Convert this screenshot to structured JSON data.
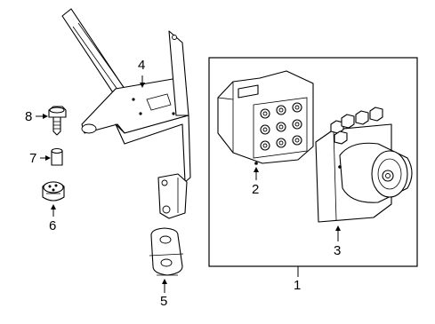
{
  "diagram": {
    "callouts": [
      {
        "id": "1",
        "label": "1"
      },
      {
        "id": "2",
        "label": "2"
      },
      {
        "id": "3",
        "label": "3"
      },
      {
        "id": "4",
        "label": "4"
      },
      {
        "id": "5",
        "label": "5"
      },
      {
        "id": "6",
        "label": "6"
      },
      {
        "id": "7",
        "label": "7"
      },
      {
        "id": "8",
        "label": "8"
      }
    ],
    "parts": [
      {
        "callout": "1",
        "name": "abs-modulator-assembly"
      },
      {
        "callout": "2",
        "name": "control-module"
      },
      {
        "callout": "3",
        "name": "pump-motor-hydraulic-unit"
      },
      {
        "callout": "4",
        "name": "mounting-bracket"
      },
      {
        "callout": "5",
        "name": "upper-insulator"
      },
      {
        "callout": "6",
        "name": "lower-insulator"
      },
      {
        "callout": "7",
        "name": "spacer"
      },
      {
        "callout": "8",
        "name": "bolt"
      }
    ]
  }
}
